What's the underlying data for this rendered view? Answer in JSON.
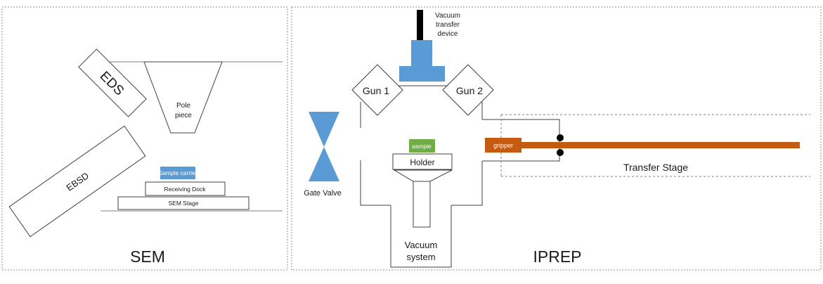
{
  "sem": {
    "panel_label": "SEM",
    "eds_label": "EDS",
    "ebsd_label": "EBSD",
    "pole_piece_line1": "Pole",
    "pole_piece_line2": "piece",
    "sample_carrier_label": "Sample carrier",
    "receiving_dock_label": "Receiving Dock",
    "sem_stage_label": "SEM Stage"
  },
  "iprep": {
    "panel_label": "IPREP",
    "vacuum_transfer_line1": "Vacuum",
    "vacuum_transfer_line2": "transfer",
    "vacuum_transfer_line3": "device",
    "gun1_label": "Gun 1",
    "gun2_label": "Gun 2",
    "gate_valve_label": "Gate Valve",
    "sample_label": "sample",
    "holder_label": "Holder",
    "gripper_label": "gripper",
    "transfer_stage_label": "Transfer Stage",
    "vacuum_system_line1": "Vacuum",
    "vacuum_system_line2": "system"
  },
  "colors": {
    "blue": "#5b9bd5",
    "green": "#70ad47",
    "orange": "#c55a11",
    "outline": "#404040"
  }
}
